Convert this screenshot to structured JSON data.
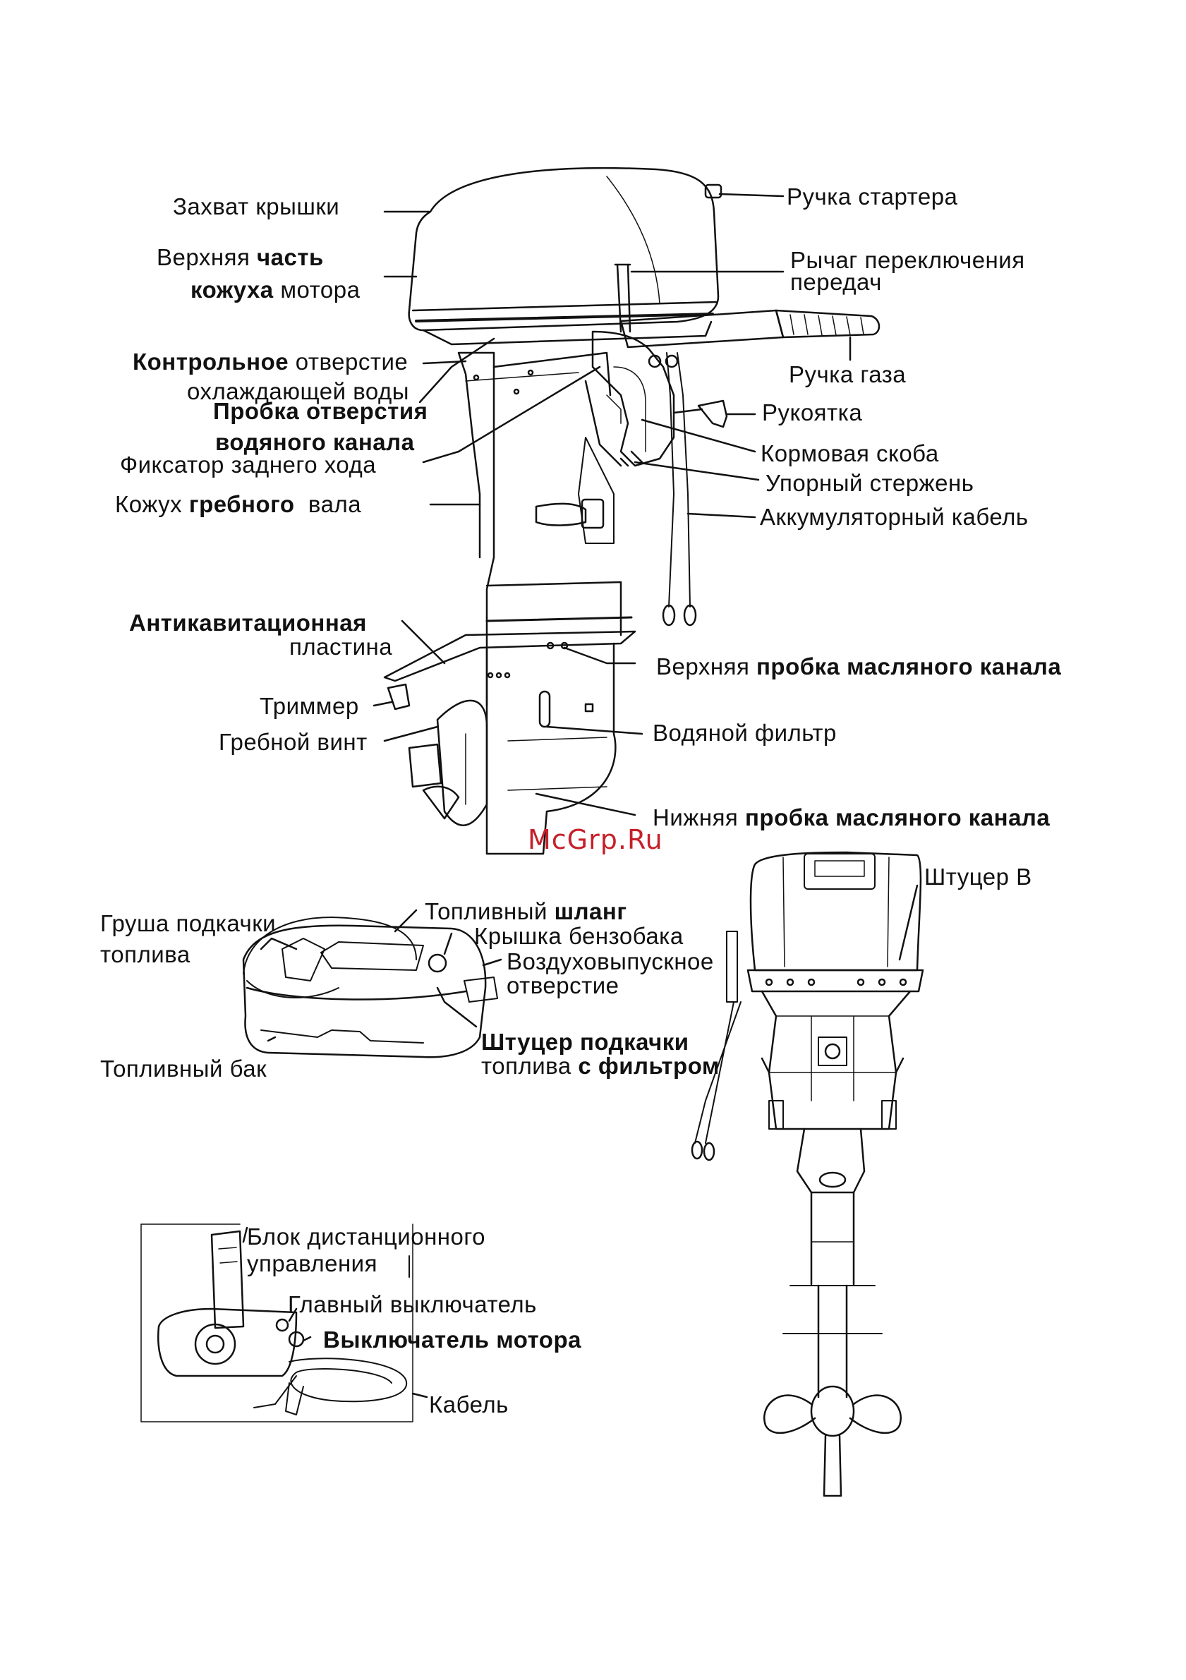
{
  "labels": {
    "cover_grip": "Захват крышки",
    "upper_cowl_1_a": "Верхняя ",
    "upper_cowl_1_b": "часть",
    "upper_cowl_2_a": "кожуха",
    "upper_cowl_2_b": " мотора",
    "check_hole_1_a": "Контрольное",
    "check_hole_1_b": " отверстие",
    "check_hole_2": "охлаждающей воды",
    "plug_1": "Пробка отверстия",
    "plug_2": "водяного канала",
    "reverse_lock": "Фиксатор заднего хода",
    "shaft_housing_a": "Кожух ",
    "shaft_housing_b": "гребного",
    "shaft_housing_c": "  вала",
    "anticav_1": "Антикавитационная",
    "anticav_2": "пластина",
    "trimmer": "Триммер",
    "propeller": "Гребной винт",
    "starter_handle": "Ручка стартера",
    "gear_lever_1": "Рычаг переключения",
    "gear_lever_2": "передач",
    "throttle_grip": "Ручка газа",
    "handle": "Рукоятка",
    "stern_bracket": "Кормовая скоба",
    "thrust_rod": "Упорный стержень",
    "battery_cable": "Аккумуляторный кабель",
    "upper_oil_plug_a": "Верхняя ",
    "upper_oil_plug_b": "пробка масляного канала",
    "water_filter": "Водяной фильтр",
    "lower_oil_plug_a": "Нижняя ",
    "lower_oil_plug_b": "пробка масляного канала",
    "primer_bulb_1": "Груша подкачки",
    "primer_bulb_2": "топлива",
    "fuel_hose_a": "Топливный ",
    "fuel_hose_b": "шланг",
    "tank_cap": "Крышка бензобака",
    "air_vent_1": "Воздуховыпускное",
    "air_vent_2": "отверстие",
    "fuel_tank": "Топливный бак",
    "connector_1": "Штуцер подкачки",
    "connector_2_a": "топлива ",
    "connector_2_b": "с фильтром",
    "fitting_b": "Штуцер В",
    "remote_unit_1": "Блок дистанционного",
    "remote_unit_2": "управления",
    "main_switch": "Главный выключатель",
    "engine_switch": "Выключатель мотора",
    "cable": "Кабель"
  },
  "watermark": "McGrp.Ru",
  "colors": {
    "line": "#111111",
    "watermark": "#c6202a",
    "background": "#ffffff"
  }
}
